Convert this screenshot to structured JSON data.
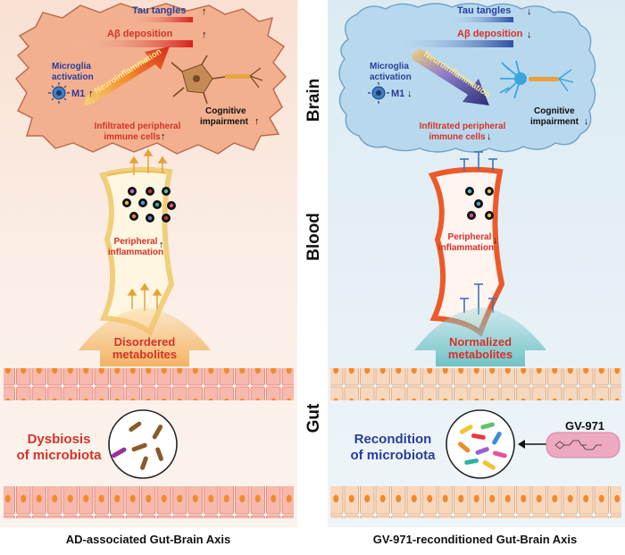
{
  "colors": {
    "red": "#d63228",
    "blue": "#2b3d9b",
    "navy": "#1f2f7a",
    "left_bg": "#fbeee6",
    "right_bg": "#e8f1f5",
    "brain_left": "#f2b493",
    "brain_right": "#b9d9ef",
    "vessel": "#e8662f"
  },
  "section_labels": {
    "brain": "Brain",
    "blood": "Blood",
    "gut": "Gut"
  },
  "left": {
    "tau": "Tau tangles",
    "abeta": "Aβ deposition",
    "microglia_line1": "Microglia",
    "microglia_line2": "activation",
    "m1": "M1",
    "neuroinflammation": "Neuroinflammation",
    "cognitive_line1": "Cognitive",
    "cognitive_line2": "impairment",
    "infiltrated_line1": "Infiltrated peripheral",
    "infiltrated_line2": "immune cells",
    "peripheral_line1": "Peripheral",
    "peripheral_line2": "inflammation",
    "metabolites_line1": "Disordered",
    "metabolites_line2": "metabolites",
    "microbiota_line1": "Dysbiosis",
    "microbiota_line2": "of microbiota",
    "caption": "AD-associated Gut-Brain Axis",
    "arrow": "↑"
  },
  "right": {
    "tau": "Tau tangles",
    "abeta": "Aβ deposition",
    "microglia_line1": "Microglia",
    "microglia_line2": "activation",
    "m1": "M1",
    "neuroinflammation": "Neuroinflammation",
    "cognitive_line1": "Cognitive",
    "cognitive_line2": "impairment",
    "infiltrated_line1": "Infiltrated peripheral",
    "infiltrated_line2": "immune cells",
    "peripheral_line1": "Peripheral",
    "peripheral_line2": "inflammation",
    "metabolites_line1": "Normalized",
    "metabolites_line2": "metabolites",
    "microbiota_line1": "Recondition",
    "microbiota_line2": "of microbiota",
    "drug": "GV-971",
    "caption": "GV-971-reconditioned Gut-Brain Axis",
    "arrow": "↓"
  }
}
